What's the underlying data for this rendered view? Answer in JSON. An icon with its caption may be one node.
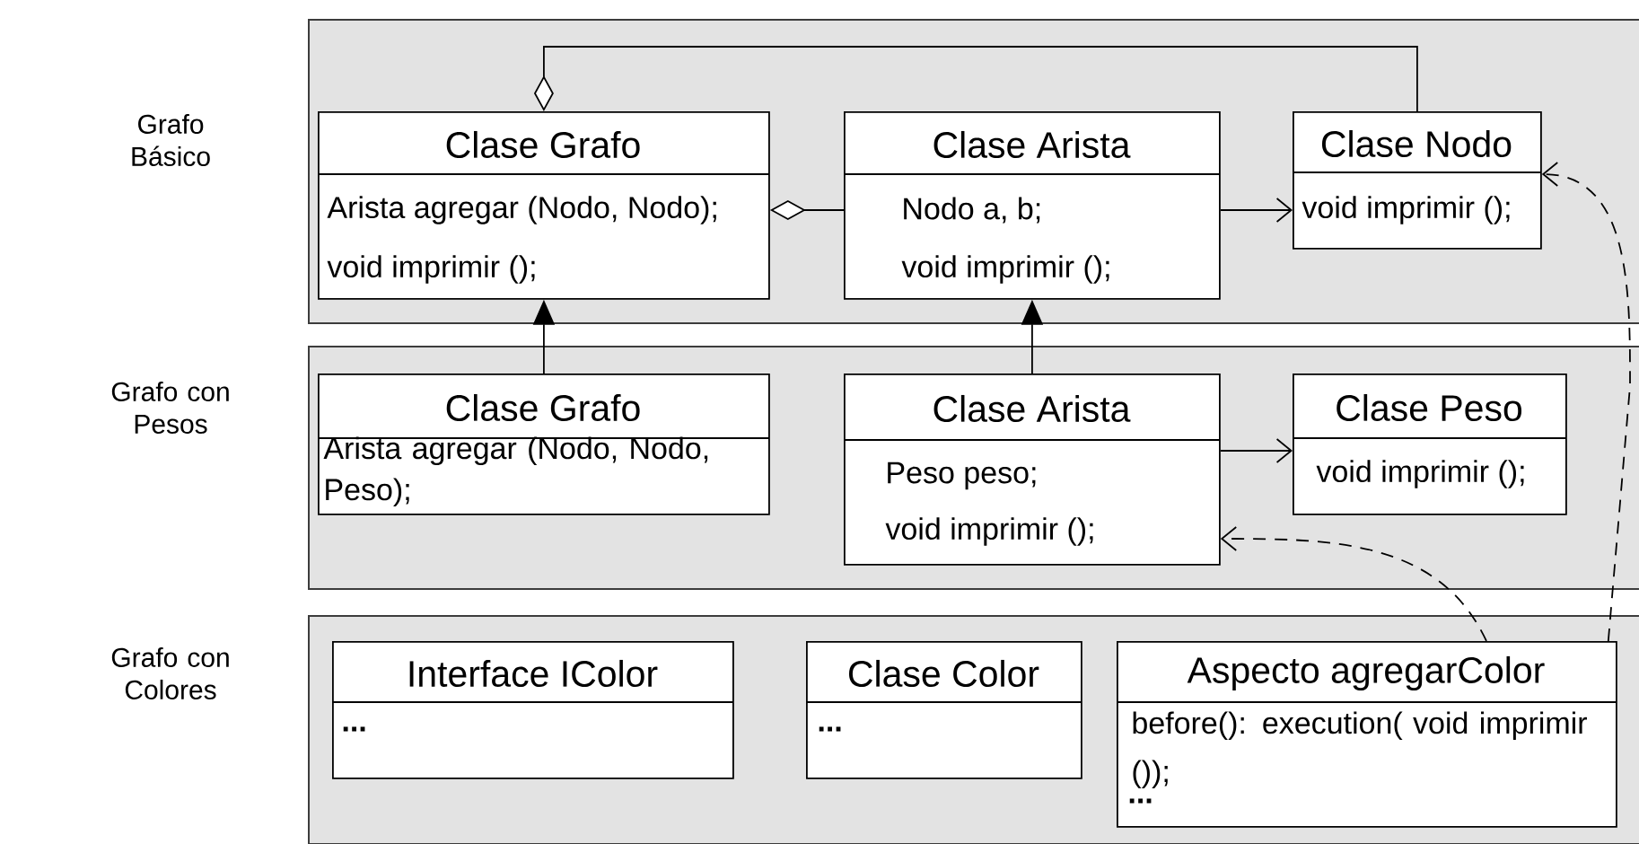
{
  "diagram": {
    "nodes": [
      {
        "text": [
          "Grafo Básico"
        ]
      },
      {
        "text": [
          "Clase Grafo",
          "Arista agregar (Nodo, Nodo);",
          "void imprimir ();"
        ],
        "in": 0
      },
      {
        "text": [
          "Clase Arista",
          "Nodo a, b;",
          "void imprimir ();"
        ],
        "in": 0
      },
      {
        "text": [
          "Clase Nodo",
          "void imprimir ();"
        ],
        "in": 0
      },
      {
        "text": [
          "Grafo con Pesos"
        ]
      },
      {
        "text": [
          "Clase Grafo",
          "Arista agregar (Nodo, Nodo, Peso);"
        ],
        "in": 4
      },
      {
        "text": [
          "Clase Arista",
          "Peso peso;",
          "void imprimir ();"
        ],
        "in": 4
      },
      {
        "text": [
          "Clase Peso",
          "void imprimir ();"
        ],
        "in": 4
      },
      {
        "text": [
          "Grafo con Colores"
        ]
      },
      {
        "text": [
          "Interface IColor",
          "..."
        ],
        "in": 8
      },
      {
        "text": [
          "Clase Color",
          "..."
        ],
        "in": 8
      },
      {
        "text": [
          "Aspecto agregarColor",
          "before(): execution( void imprimir ());",
          "..."
        ],
        "in": 8
      }
    ],
    "edges": [
      {
        "from": 1,
        "to": 3,
        "arrow": "other"
      },
      {
        "from": 1,
        "to": 2,
        "arrow": "other"
      },
      {
        "from": 2,
        "to": 3,
        "arrow": "to"
      },
      {
        "from": 5,
        "to": 1,
        "arrow": "to"
      },
      {
        "from": 6,
        "to": 2,
        "arrow": "to"
      },
      {
        "from": 6,
        "to": 7,
        "arrow": "to"
      },
      {
        "from": 11,
        "to": 6,
        "arrow": "to",
        "style": "dashed"
      },
      {
        "from": 11,
        "to": 3,
        "arrow": "to",
        "style": "dashed"
      }
    ]
  }
}
